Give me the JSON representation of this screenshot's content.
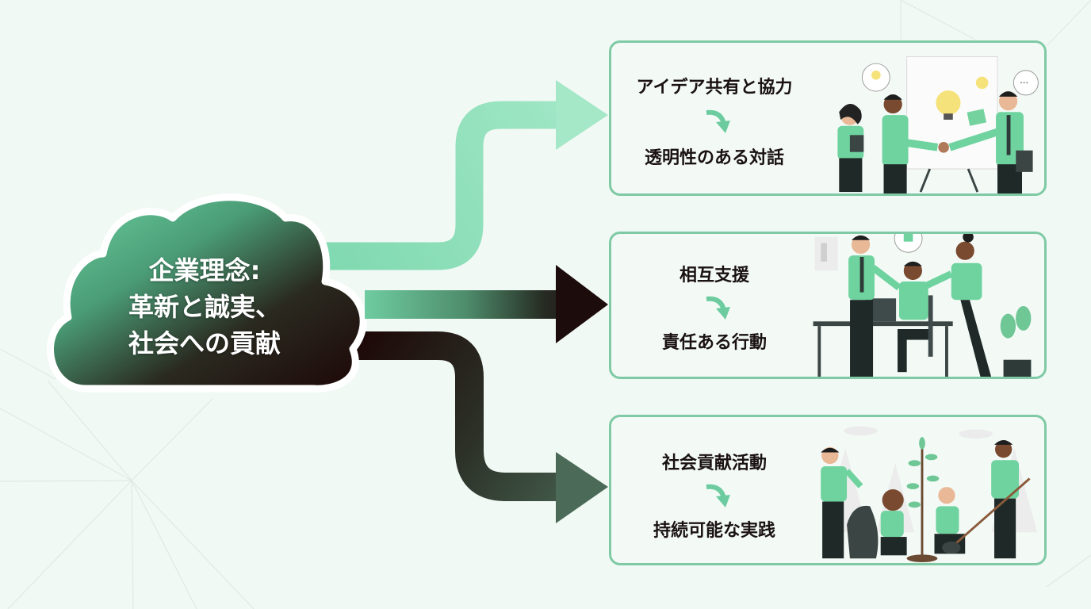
{
  "diagram": {
    "title_lines": [
      "企業理念:",
      "革新と誠実、",
      "社会への貢献"
    ],
    "colors": {
      "background": "#f1f9f4",
      "accent_light": "#8ee0b8",
      "accent_mid": "#5dba8e",
      "dark": "#1c0a0a",
      "card_border": "#7fcaa5",
      "text": "#1a1212"
    },
    "branches": [
      {
        "id": "collaboration",
        "from": "アイデア共有と協力",
        "to": "透明性のある対話",
        "illustration": "team-handshake-lightbulb-icon"
      },
      {
        "id": "support",
        "from": "相互支援",
        "to": "責任ある行動",
        "illustration": "coworkers-helping-at-desk-icon"
      },
      {
        "id": "social",
        "from": "社会貢献活動",
        "to": "持続可能な実践",
        "illustration": "volunteers-planting-tree-icon"
      }
    ]
  }
}
